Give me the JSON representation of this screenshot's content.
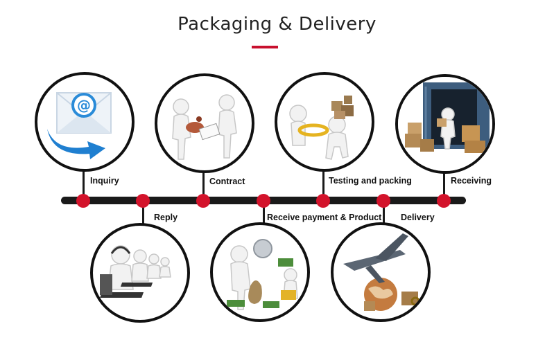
{
  "title": "Packaging & Delivery",
  "steps": [
    {
      "label": "Inquiry",
      "icon": "email-at-icon"
    },
    {
      "label": "Reply",
      "icon": "call-center-icon"
    },
    {
      "label": "Contract",
      "icon": "handshake-contract-icon"
    },
    {
      "label": "Receive payment & Product",
      "icon": "money-payment-icon"
    },
    {
      "label": "Testing and packing",
      "icon": "testing-packing-icon"
    },
    {
      "label": "Delivery",
      "icon": "airplane-globe-icon"
    },
    {
      "label": "Receiving",
      "icon": "container-warehouse-icon"
    }
  ],
  "colors": {
    "accent": "#d3132b",
    "line": "#1a1a1a"
  }
}
